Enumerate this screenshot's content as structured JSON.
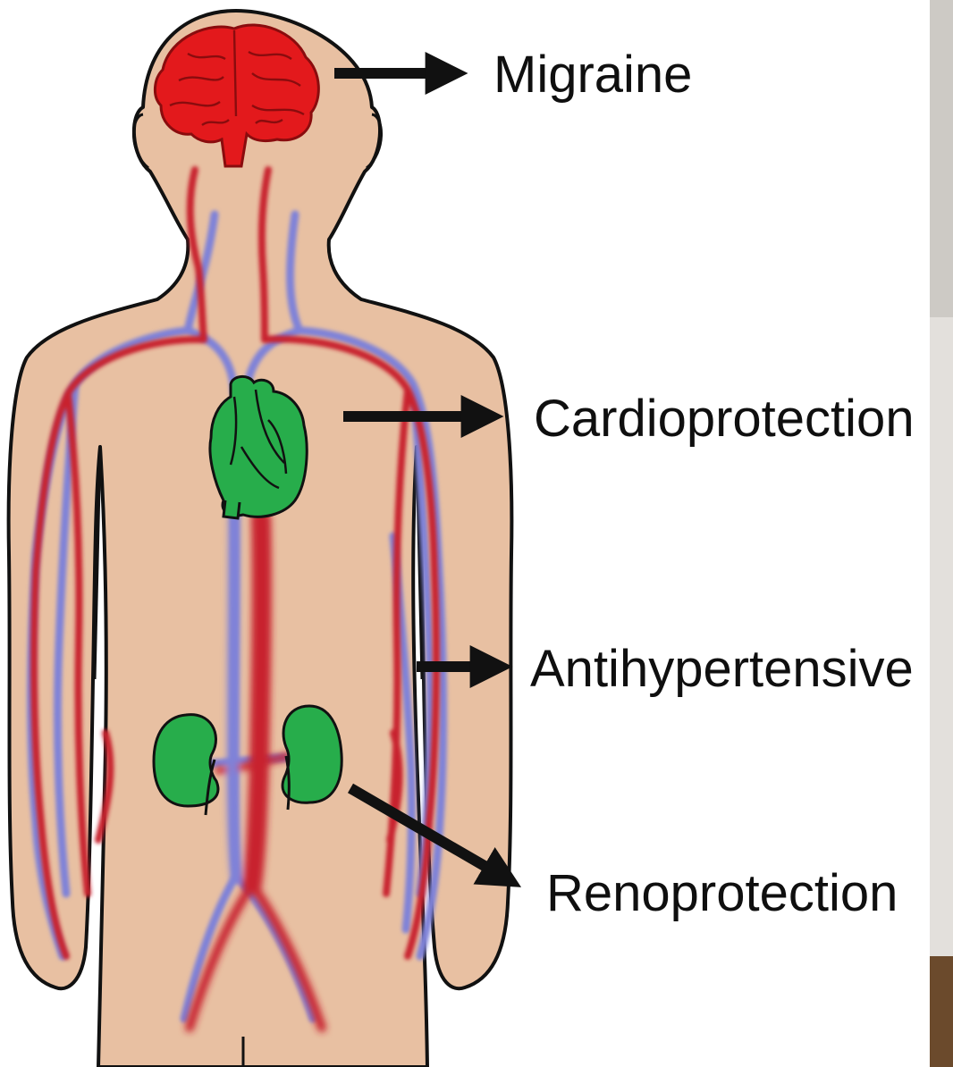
{
  "labels": {
    "migraine": "Migraine",
    "cardioprotection": "Cardioprotection",
    "antihypertensive": "Antihypertensive",
    "renoprotection": "Renoprotection"
  },
  "colors": {
    "skin": "#e8c0a2",
    "outline": "#111111",
    "artery": "#c8202e",
    "vein": "#7f82d8",
    "brain": "#e3191c",
    "organ": "#27ad4b",
    "text": "#0f0f0f",
    "right_panel_top": "#cdcac5",
    "right_panel_mid": "#e3e0dc",
    "right_panel_floor": "#6b4a2c"
  },
  "icons": {
    "brain": "brain-icon",
    "heart": "heart-icon",
    "kidneys": "kidney-icon"
  }
}
